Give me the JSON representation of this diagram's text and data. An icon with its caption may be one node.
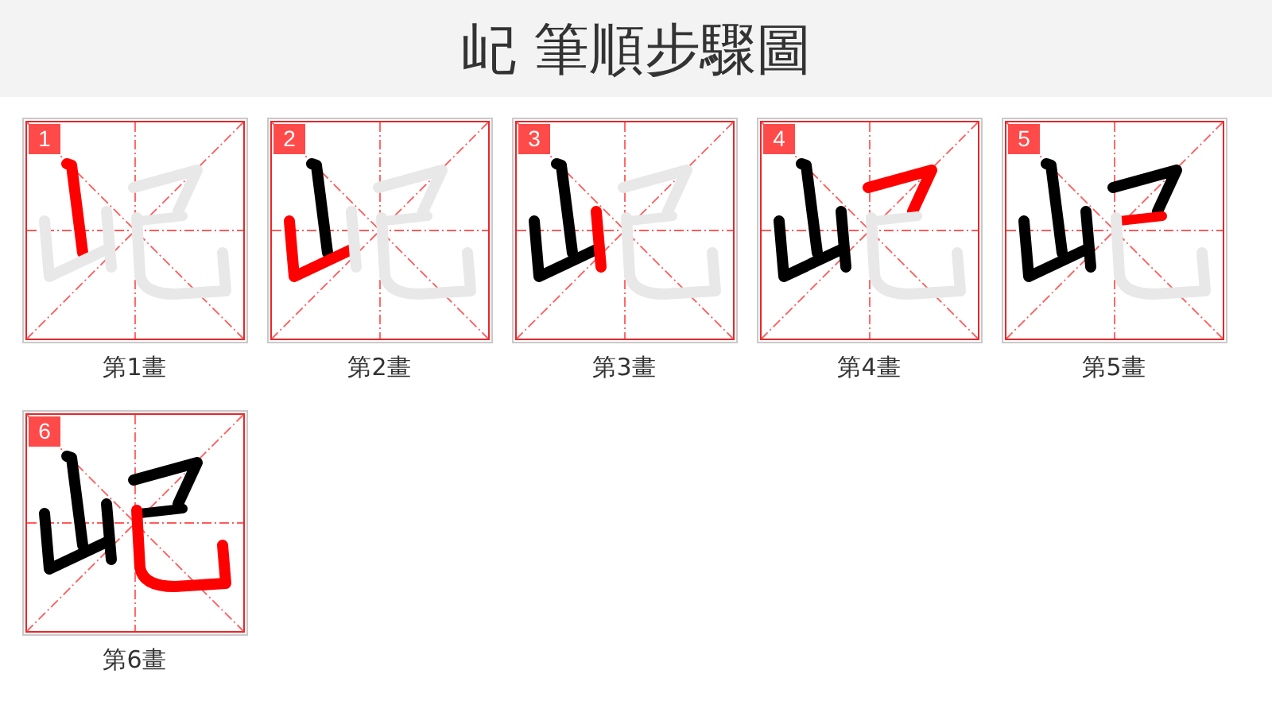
{
  "diagram": {
    "title": "屺 筆順步驟圖",
    "nodes": [
      {
        "text": [
          "1"
        ],
        "beside": [
          "第1畫"
        ]
      },
      {
        "text": [
          "2"
        ],
        "beside": [
          "第2畫"
        ]
      },
      {
        "text": [
          "3"
        ],
        "beside": [
          "第3畫"
        ]
      },
      {
        "text": [
          "4"
        ],
        "beside": [
          "第4畫"
        ]
      },
      {
        "text": [
          "5"
        ],
        "beside": [
          "第5畫"
        ]
      },
      {
        "text": [
          "6"
        ],
        "beside": [
          "第6畫"
        ]
      }
    ]
  }
}
